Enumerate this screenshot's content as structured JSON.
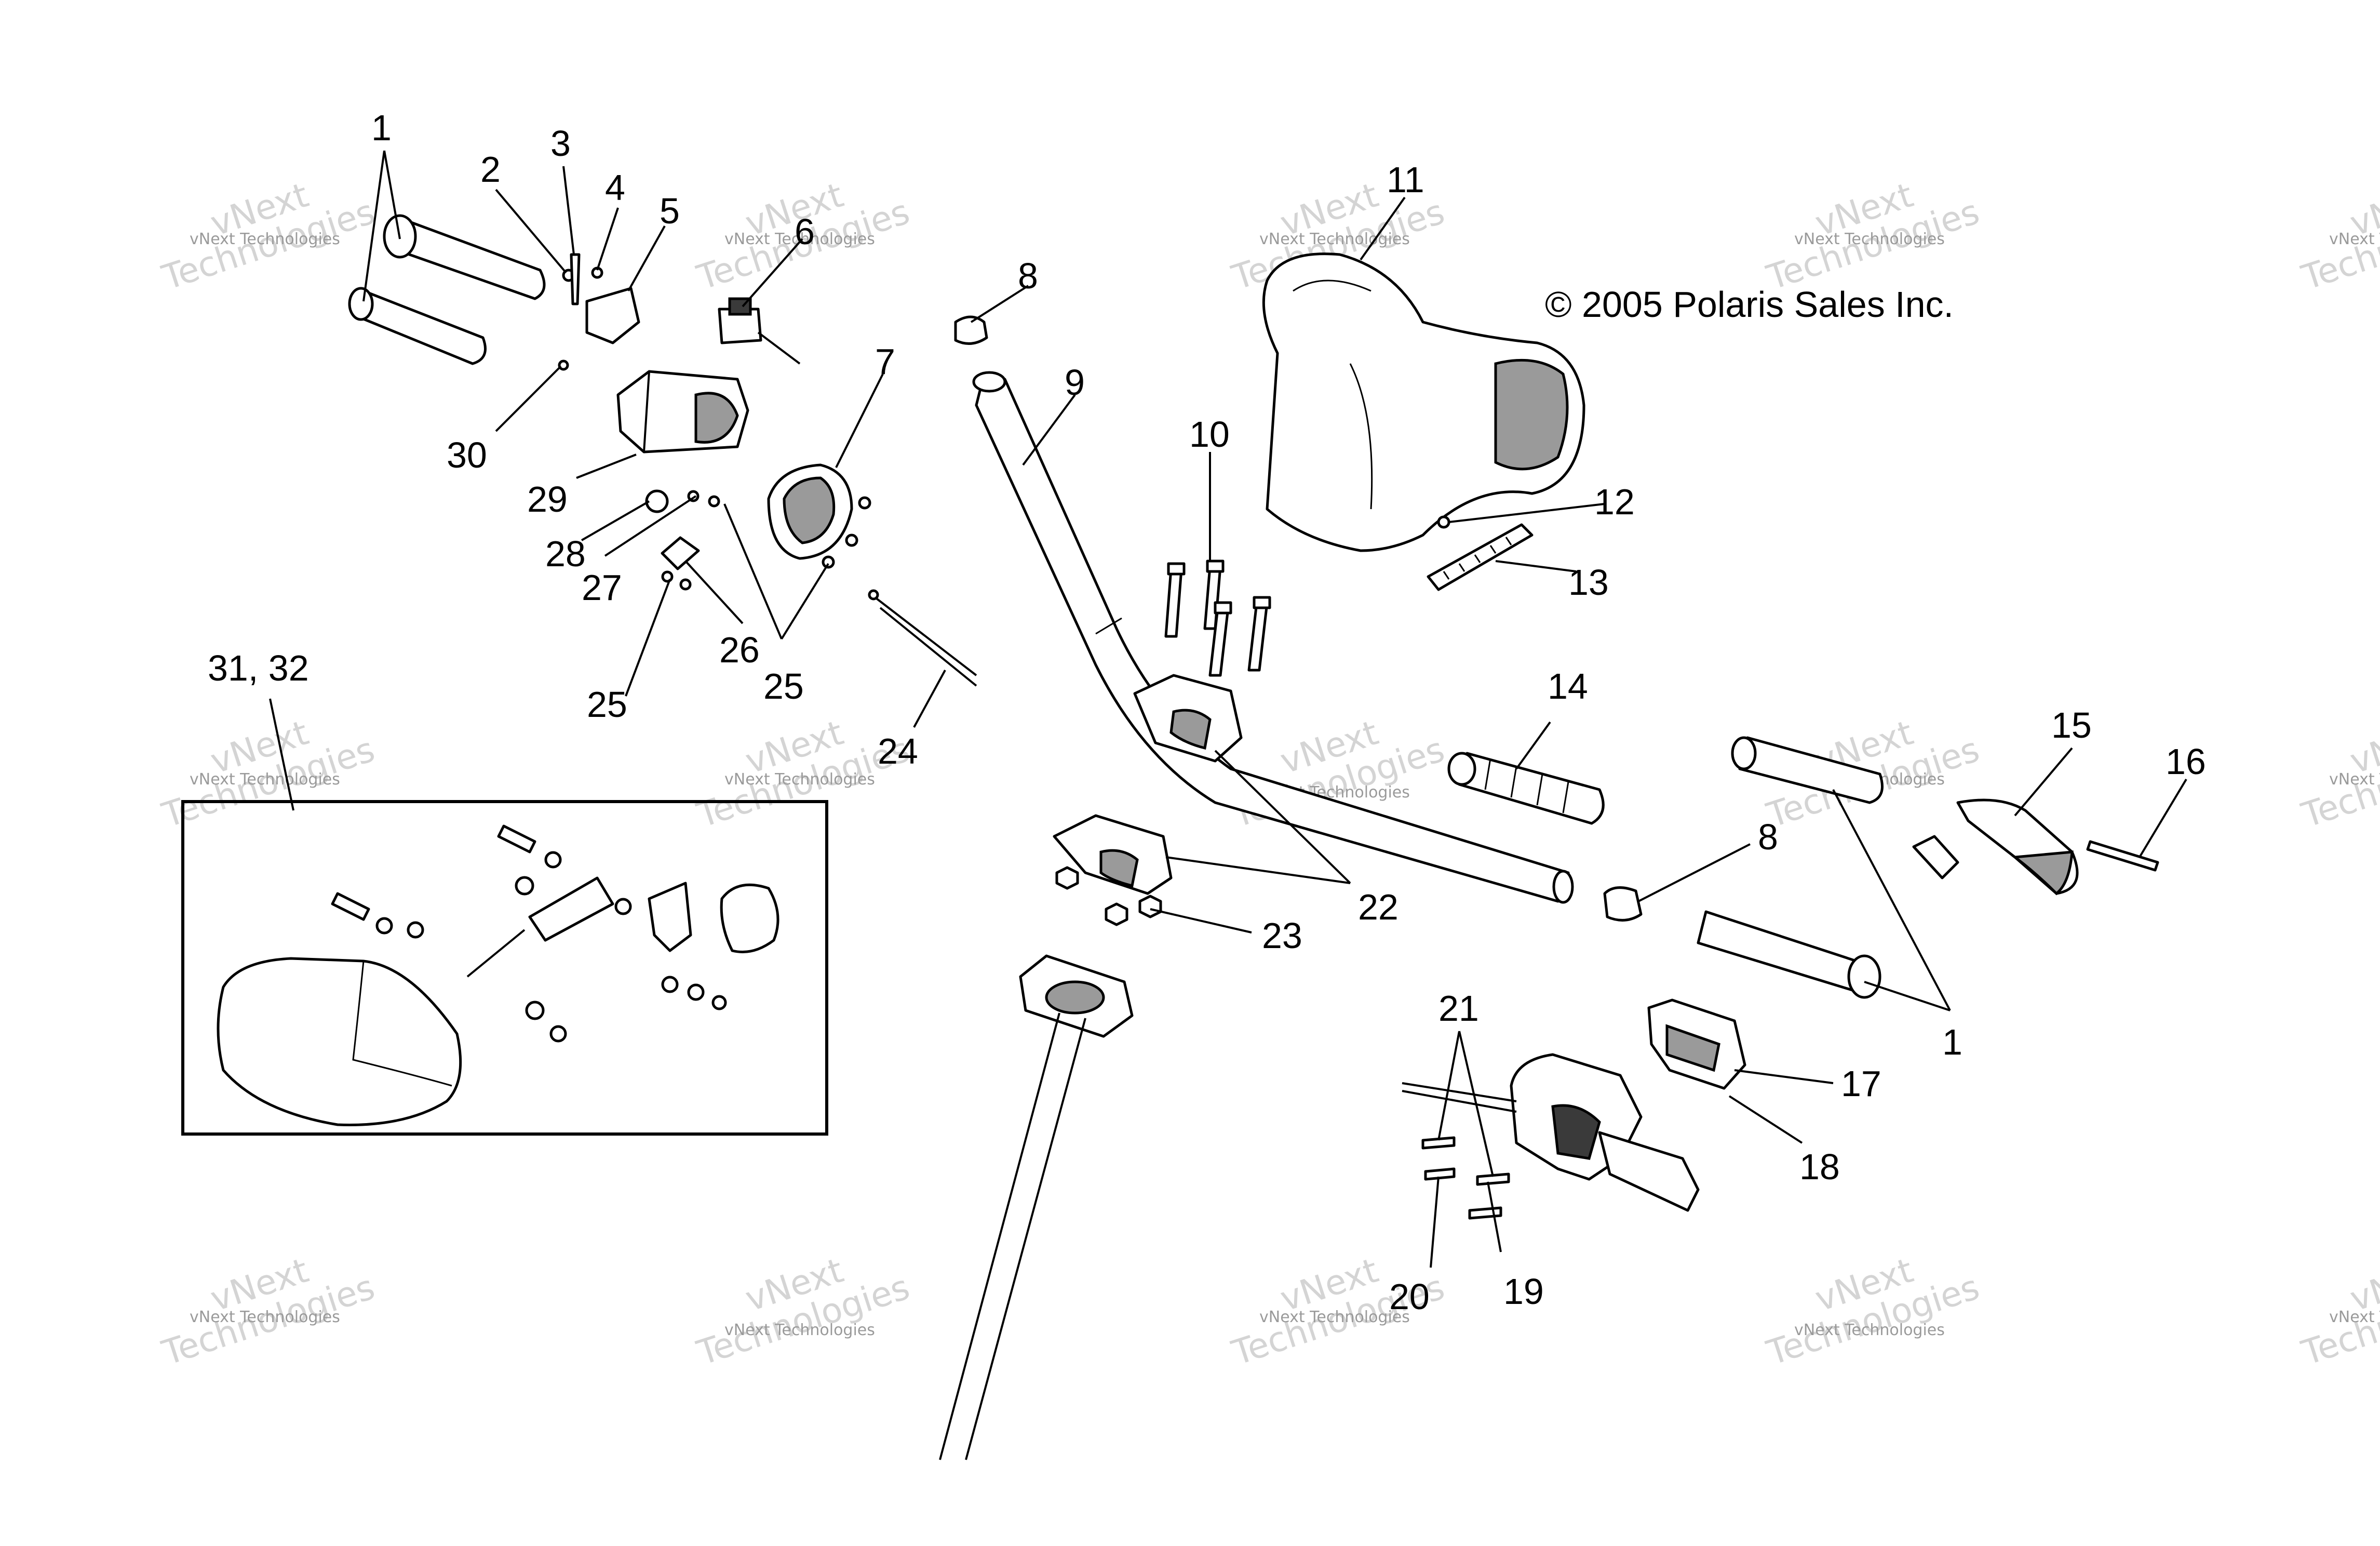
{
  "copyright": "© 2005 Polaris Sales Inc.",
  "watermark": {
    "line1": "vNext Technologies",
    "line2": "vNext",
    "line3": "Technologies"
  },
  "callouts": {
    "c1a": "1",
    "c2": "2",
    "c3": "3",
    "c4": "4",
    "c5": "5",
    "c6": "6",
    "c7": "7",
    "c8a": "8",
    "c9": "9",
    "c10": "10",
    "c11": "11",
    "c12": "12",
    "c13": "13",
    "c14": "14",
    "c15": "15",
    "c16": "16",
    "c8b": "8",
    "c1b": "1",
    "c17": "17",
    "c18": "18",
    "c19": "19",
    "c20": "20",
    "c21": "21",
    "c22": "22",
    "c23": "23",
    "c24": "24",
    "c25a": "25",
    "c25b": "25",
    "c26": "26",
    "c27": "27",
    "c28": "28",
    "c29": "29",
    "c30": "30",
    "c3132": "31, 32"
  }
}
